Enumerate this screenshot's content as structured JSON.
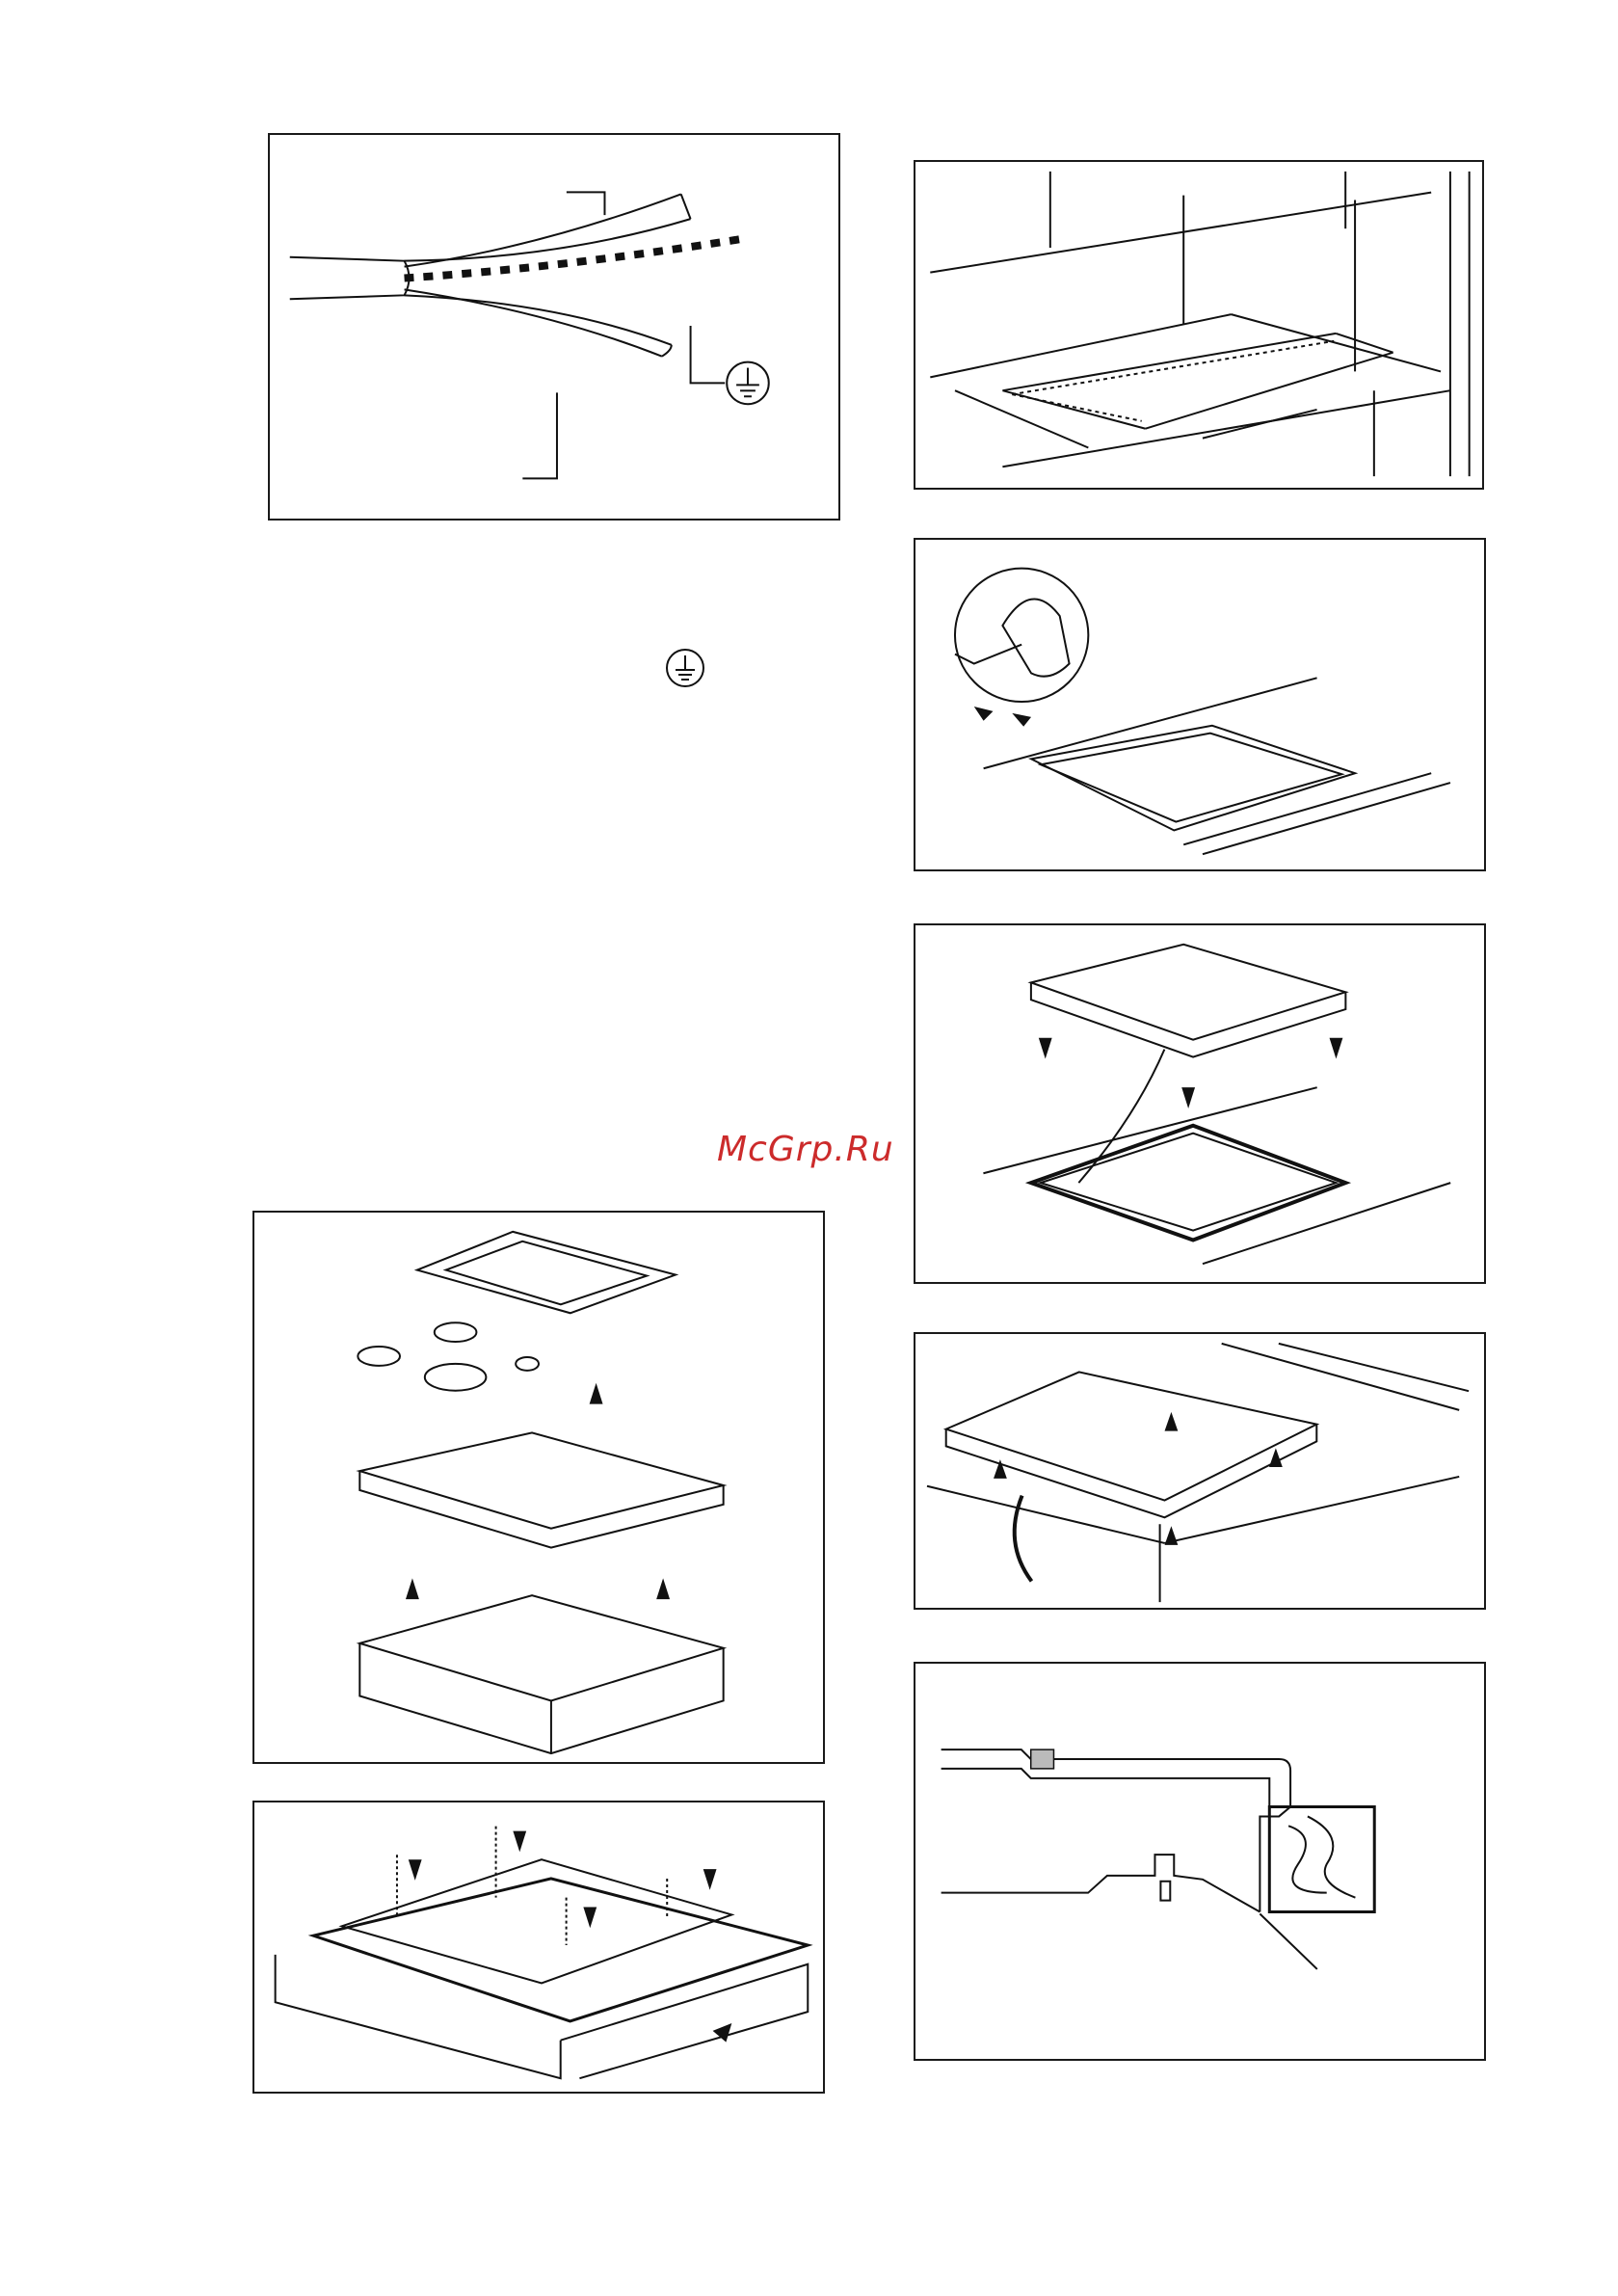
{
  "watermark": {
    "text": "McGrp.Ru",
    "color": "#cc2b2b"
  },
  "icons": {
    "ground": "earth-ground-icon"
  },
  "figures": [
    {
      "id": "cable-wires",
      "icon": "three-core-cable"
    },
    {
      "id": "cutout-dimensions",
      "icon": "worktop-cutout"
    },
    {
      "id": "seal-application",
      "icon": "sealing-strip-hand"
    },
    {
      "id": "hob-lowering",
      "icon": "hob-into-cutout"
    },
    {
      "id": "hob-exploded",
      "icon": "hob-components-exploded"
    },
    {
      "id": "clamp-screwing",
      "icon": "fixing-brackets-screws"
    },
    {
      "id": "clamp-underside",
      "icon": "brackets-underside"
    },
    {
      "id": "cross-section",
      "icon": "worktop-cross-section"
    }
  ]
}
